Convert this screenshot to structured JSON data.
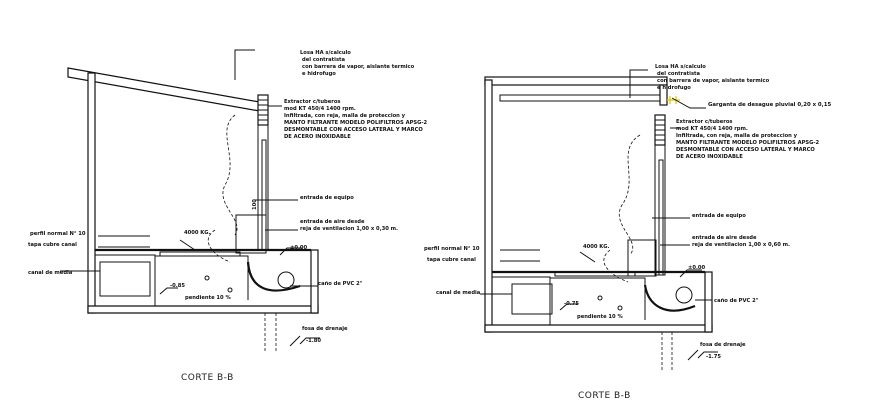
{
  "left": {
    "losa": [
      "Losa HA s/calculo",
      "del contratista",
      "con barrera de vapor, aislante termico",
      "e hidrofugo"
    ],
    "extractor": [
      "Extractor c/tuberos",
      "mod KT 450/4 1400 rpm.",
      "Infiltrada, con reja, malla de proteccion y",
      "MANTO FILTRANTE MODELO POLIFILTROS APSG-2",
      "DESMONTABLE CON ACCESO LATERAL Y MARCO",
      "DE ACERO INOXIDABLE"
    ],
    "entrada_equipo": "entrada de equipo",
    "entrada_aire": [
      "entrada de aire desde",
      "reja de ventilacion 1,00 x 0,30 m."
    ],
    "perfil": "perfil normal N° 10",
    "tapa": "tapa cubre canal",
    "kg": "4000 KG.",
    "nivel0": "±0.00",
    "canal": "canal de media",
    "cano": "caño de PVC 2\"",
    "n085": "-0.85",
    "pendiente": "pendiente 10 %",
    "fosa": "fosa de drenaje",
    "n180": "-1.80",
    "n100": "100",
    "caption": "CORTE B-B"
  },
  "right": {
    "losa": [
      "Losa HA s/calculo",
      "del contratista",
      "con barrera de vapor, aislante termico",
      "e hidrofugo"
    ],
    "garganta": "Garganta de desague pluvial 0,20 x 0,15",
    "extractor": [
      "Extractor c/tuberos",
      "mod KT 450/4 1400 rpm.",
      "Infiltrada, con reja, malla de proteccion y",
      "MANTO FILTRANTE MODELO POLIFILTROS APSG-2",
      "DESMONTABLE CON ACCESO LATERAL Y MARCO",
      "DE ACERO INOXIDABLE"
    ],
    "entrada_equipo": "entrada de equipo",
    "entrada_aire": [
      "entrada de aire desde",
      "reja de ventilacion 1,00 x 0,60 m."
    ],
    "perfil": "perfil normal N° 10",
    "tapa": "tapa cubre canal",
    "kg": "4000 KG.",
    "nivel0": "±0.00",
    "canal": "canal de media",
    "cano": "caño de PVC 2\"",
    "n075": "-0.75",
    "pendiente": "pendiente 10 %",
    "fosa": "fosa de drenaje",
    "n175": "-1.75",
    "caption": "CORTE B-B"
  }
}
